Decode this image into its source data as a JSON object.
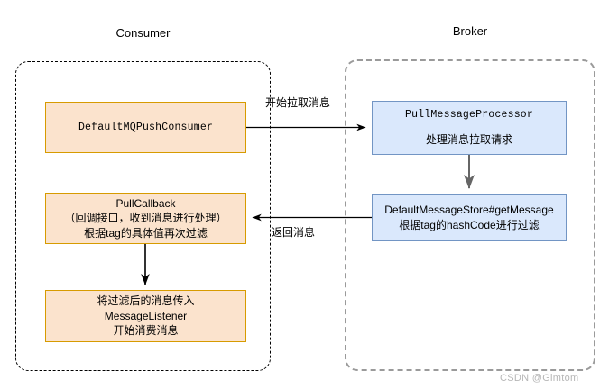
{
  "diagram": {
    "title_consumer": "Consumer",
    "title_broker": "Broker",
    "watermark": "CSDN @Gimtom",
    "colors": {
      "orange_fill": "#fbe3cd",
      "orange_border": "#d79b00",
      "blue_fill": "#dae8fc",
      "blue_border": "#7295c4",
      "arrow_black": "#000000",
      "arrow_grey": "#666666",
      "lane_broker_border": "#9a9a9a",
      "watermark_color": "#b6b6b6"
    },
    "nodes": {
      "default_mq_push_consumer": {
        "line1": "DefaultMQPushConsumer"
      },
      "pull_callback": {
        "line1": "PullCallback",
        "line2": "（回调接口，收到消息进行处理）",
        "line3": "根据tag的具体值再次过滤"
      },
      "message_listener": {
        "line1": "将过滤后的消息传入",
        "line2": "MessageListener",
        "line3": "开始消费消息"
      },
      "pull_message_processor": {
        "line1": "PullMessageProcessor",
        "line2": "处理消息拉取请求"
      },
      "default_message_store": {
        "line1": "DefaultMessageStore#getMessage",
        "line2": "根据tag的hashCode进行过滤"
      }
    },
    "connectors": {
      "start_pull": "开始拉取消息",
      "return_message": "返回消息"
    }
  }
}
